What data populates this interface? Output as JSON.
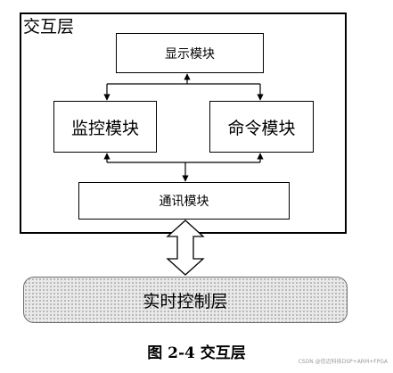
{
  "outer_label": "交互层",
  "modules": {
    "display": "显示模块",
    "monitor": "监控模块",
    "command": "命令模块",
    "communication": "通讯模块"
  },
  "realtime_layer": "实时控制层",
  "caption": "图 2-4 交互层",
  "watermark": "CSDN @信迈科技DSP+ARM+FPGA"
}
